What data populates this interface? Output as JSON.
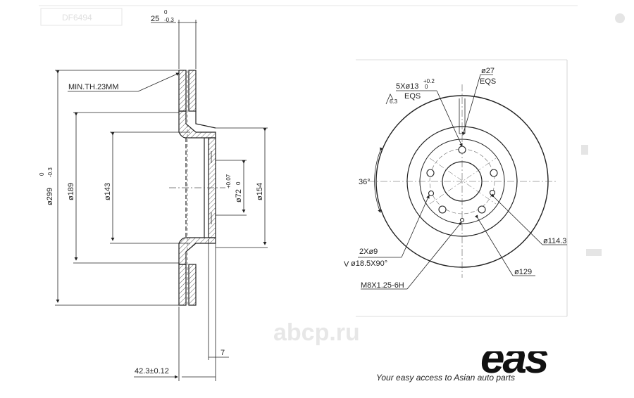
{
  "drawing": {
    "side_view": {
      "top_tol_upper": "0",
      "top_tol_lower": "-0.3",
      "min_thickness": "MIN.TH.23MM",
      "dia_outer": "ø299",
      "dia_outer_tol_upper": "0",
      "dia_outer_tol_lower": "-0.3",
      "dia_189": "ø189",
      "dia_143": "ø143",
      "dia_72": "ø72",
      "dia_72_tol_upper": "+0.07",
      "dia_72_tol_lower": "0",
      "dia_154": "ø154",
      "total_height": "42.3±0.12",
      "hub_thickness": "7"
    },
    "front_view": {
      "bolt_holes": "5Xø13",
      "bolt_holes_tol_upper": "+0.2",
      "bolt_holes_tol_lower": "0",
      "bolt_holes_eqs": "EQS",
      "roughness": "6.3",
      "slots_spec": "ø27",
      "slots_eqs": "EQS",
      "angle": "36°",
      "pin_holes": "2Xø9",
      "countersink": "ø18.5X90°",
      "thread": "M8X1.25-6H",
      "pcd_114": "ø114.3",
      "dia_129": "ø129"
    },
    "watermark": "abcp.ru",
    "logo": {
      "text": "eas",
      "tagline": "Your easy access to Asian auto parts"
    },
    "top_left_faded": "DF6494"
  }
}
